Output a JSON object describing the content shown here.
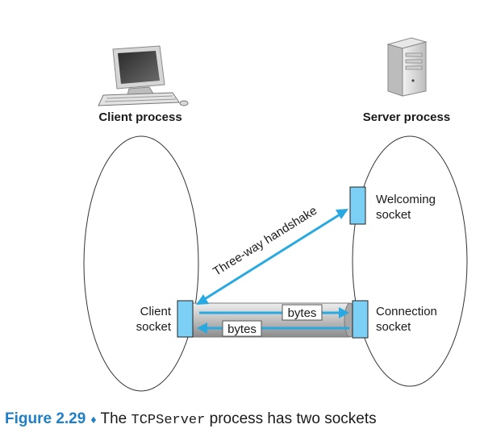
{
  "colors": {
    "accent": "#1f7fc6",
    "arrow": "#29a9e1",
    "socket_fill": "#7dd0f5"
  },
  "client": {
    "label": "Client process",
    "socket_label_line1": "Client",
    "socket_label_line2": "socket",
    "icon": "desktop-computer-icon"
  },
  "server": {
    "label": "Server process",
    "welcome_line1": "Welcoming",
    "welcome_line2": "socket",
    "conn_line1": "Connection",
    "conn_line2": "socket",
    "icon": "server-tower-icon"
  },
  "handshake_label": "Three-way handshake",
  "bytes_top": "bytes",
  "bytes_bottom": "bytes",
  "caption": {
    "figure": "Figure 2.29",
    "diamond": "♦",
    "text_pre": "The ",
    "code": "TCPServer",
    "text_post": " process has two sockets"
  }
}
